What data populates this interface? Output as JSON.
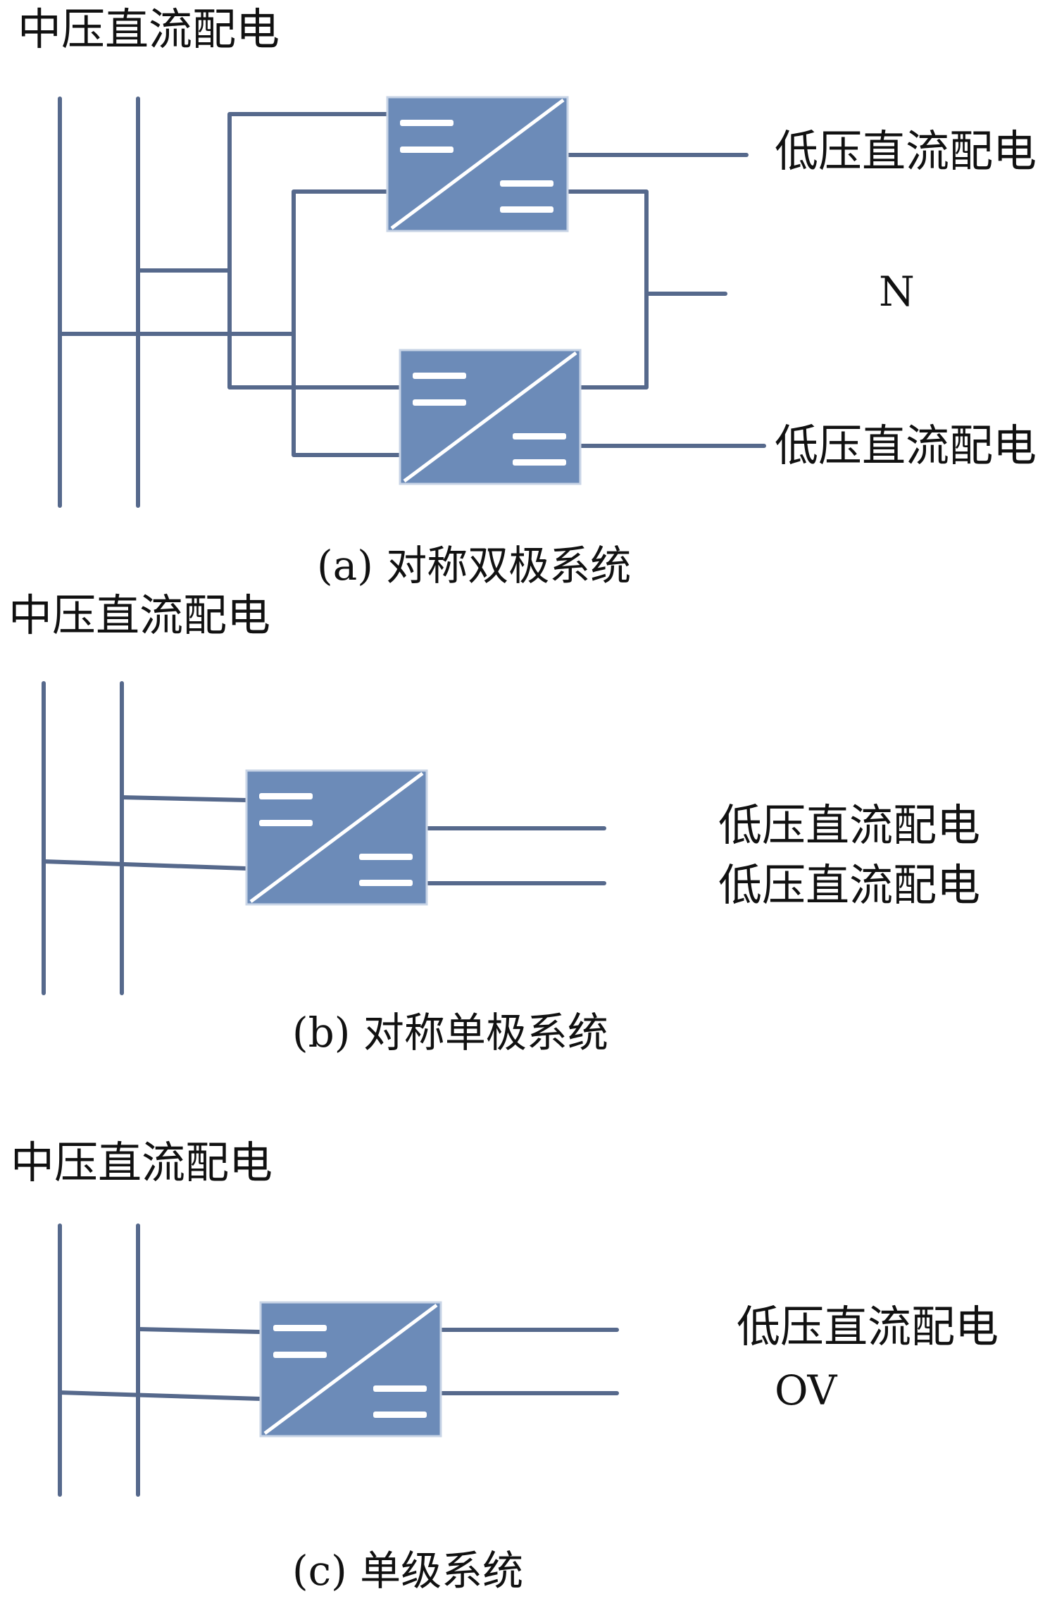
{
  "colors": {
    "wire": "#56698c",
    "converter_fill": "#6c8bb8",
    "converter_border": "#c8d4e6",
    "symbol": "#ffffff",
    "text": "#111111",
    "background": "#ffffff"
  },
  "icons": {
    "converter": "dc-dc-converter-icon"
  },
  "panel_a": {
    "bus_label": "中压直流配电",
    "out_top_label": "低压直流配电",
    "neutral_label": "N",
    "out_bottom_label": "低压直流配电",
    "caption": "(a) 对称双极系统"
  },
  "panel_b": {
    "bus_label": "中压直流配电",
    "out_label_1": "低压直流配电",
    "out_label_2": "低压直流配电",
    "caption": "(b) 对称单极系统"
  },
  "panel_c": {
    "bus_label": "中压直流配电",
    "out_label": "低压直流配电",
    "zero_label": "OV",
    "caption": "(c) 单级系统"
  }
}
